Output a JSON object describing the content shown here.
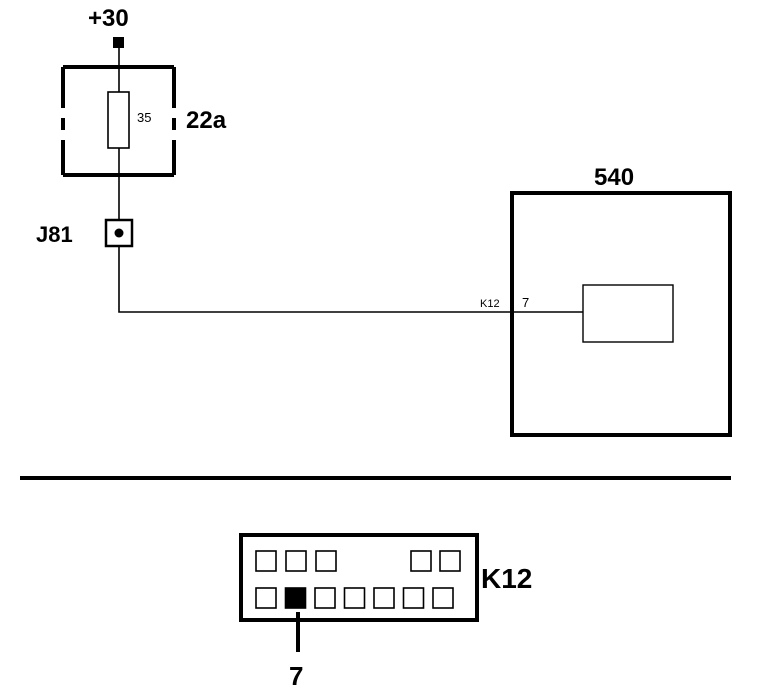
{
  "supply": {
    "terminal_label": "+30"
  },
  "fuse": {
    "id_label": "22a",
    "rating_label": "35"
  },
  "junction": {
    "label": "J81"
  },
  "module": {
    "id_label": "540",
    "connector_label": "K12",
    "pin_label": "7"
  },
  "connector_view": {
    "label": "K12",
    "pin_label": "7",
    "top_row_pins": 5,
    "bottom_row_pins": 7,
    "highlighted_bottom_pin_index": 1
  },
  "colors": {
    "ink": "#000000",
    "background": "#ffffff"
  }
}
